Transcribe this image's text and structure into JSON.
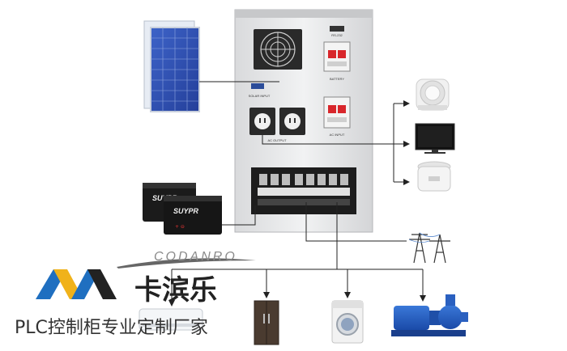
{
  "inverter": {
    "port_label": "RS-232",
    "battery_label": "BATTERY",
    "solar_label": "SOLAR INPUT",
    "ac_output_label": "AC OUTPUT",
    "ac_input_label": "AC INPUT"
  },
  "battery_brand": "SUYPR",
  "watermark": {
    "codanro": "CODANRO",
    "brand_cn": "卡滨乐",
    "tagline": "PLC控制柜专业定制厂家"
  },
  "colors": {
    "logo_blue": "#1f6fc0",
    "logo_gold": "#f0b21a",
    "line": "#222222",
    "cabinet": "#e8e9ea",
    "panel_blue": "#2e4fb0"
  }
}
